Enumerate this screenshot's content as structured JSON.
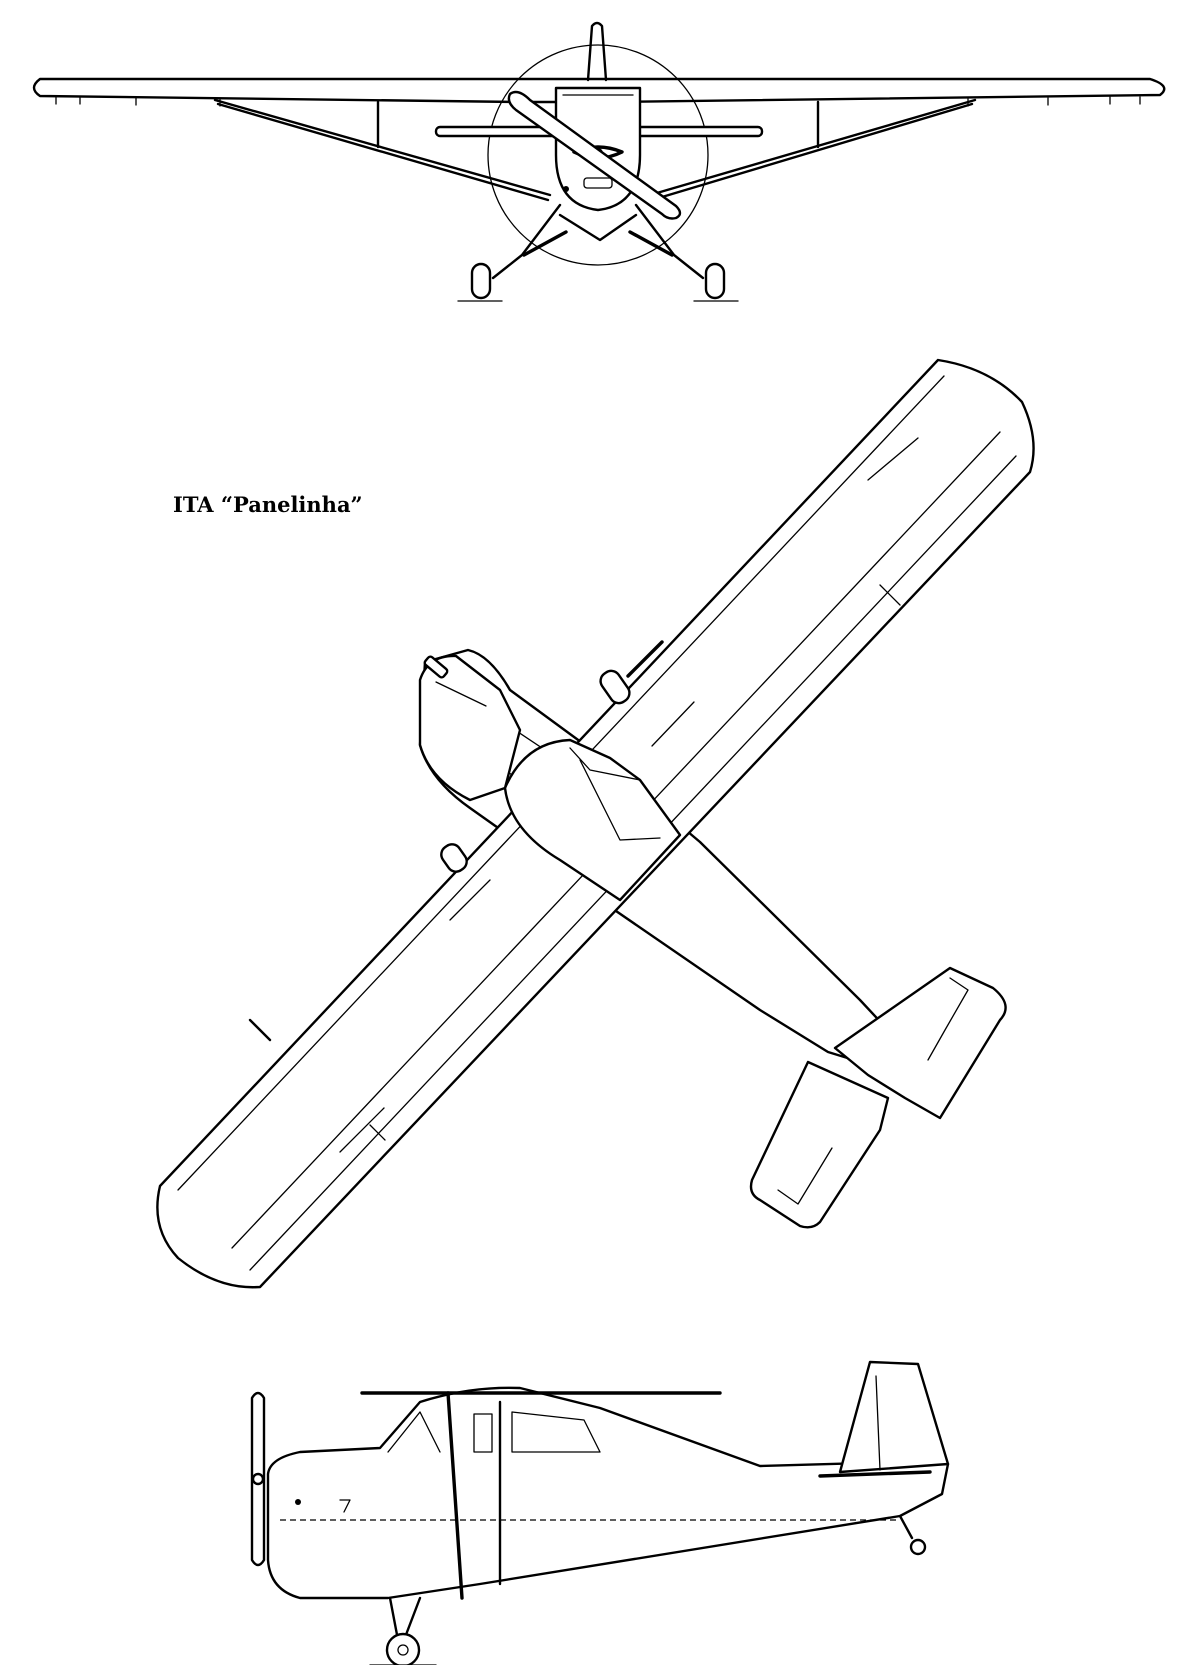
{
  "title": "ITA “Panelinha”",
  "views": [
    "front-view",
    "top-view",
    "side-view"
  ]
}
